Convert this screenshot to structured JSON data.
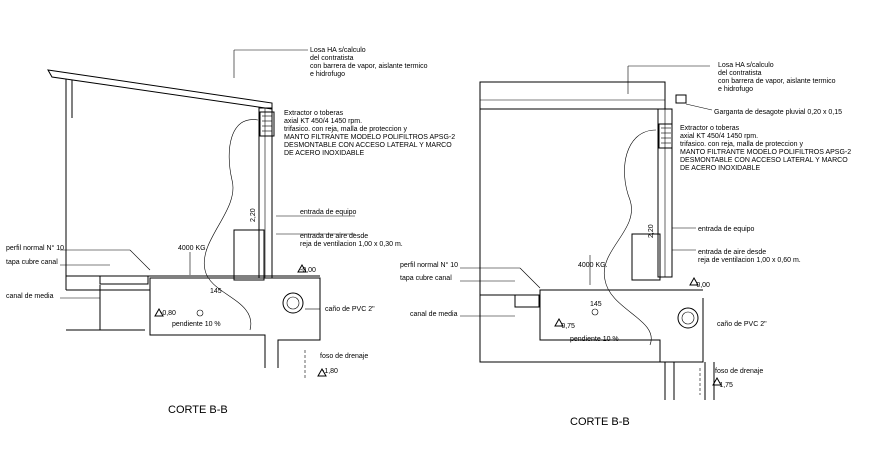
{
  "left": {
    "title": "CORTE B-B",
    "losa": [
      "Losa HA s/calculo",
      "del contratista",
      "con barrera de vapor, aislante termico",
      "e hidrofugo"
    ],
    "extractor": [
      "Extractor o toberas",
      "axial KT 450/4 1450 rpm.",
      "trifasico. con reja, malla de proteccion y",
      "MANTO FILTRANTE MODELO POLIFILTROS APSG-2",
      "DESMONTABLE CON ACCESO LATERAL Y MARCO",
      "DE ACERO INOXIDABLE"
    ],
    "entrada_equipo": "entrada de equipo",
    "entrada_aire": [
      "entrada de aire desde",
      "reja de ventilacion 1,00 x 0,30 m."
    ],
    "peso": "4000 KG.",
    "perfil": "perfil normal N° 10",
    "tapa": "tapa cubre canal",
    "canal": "canal de media",
    "nivel_0": "-0,00",
    "nivel_080": "-0,80",
    "pendiente": "pendiente 10 %",
    "cano": "caño de PVC 2\"",
    "foso": "foso de drenaje",
    "nivel_180": "-1,80",
    "dim_220": "2,20",
    "dim_145": "145"
  },
  "right": {
    "title": "CORTE B-B",
    "losa": [
      "Losa HA s/calculo",
      "del contratista",
      "con barrera de vapor, aislante termico",
      "e hidrofugo"
    ],
    "garganta": "Garganta de desagote pluvial 0,20 x 0,15",
    "extractor": [
      "Extractor o toberas",
      "axial KT 450/4 1450 rpm.",
      "trifasico. con reja, malla de proteccion y",
      "MANTO FILTRANTE MODELO POLIFILTROS APSG-2",
      "DESMONTABLE CON ACCESO LATERAL Y MARCO",
      "DE ACERO INOXIDABLE"
    ],
    "entrada_equipo": "entrada de equipo",
    "entrada_aire": [
      "entrada de aire desde",
      "reja de ventilacion 1,00 x 0,60 m."
    ],
    "peso": "4000 KG.",
    "perfil": "perfil normal N° 10",
    "tapa": "tapa cubre canal",
    "canal": "canal de media",
    "nivel_0": "-0,00",
    "nivel_075": "-0,75",
    "pendiente": "pendiente 10 %",
    "cano": "caño de PVC 2\"",
    "foso": "foso de drenaje",
    "nivel_175": "-1,75",
    "dim_220": "2,20",
    "dim_145": "145"
  }
}
